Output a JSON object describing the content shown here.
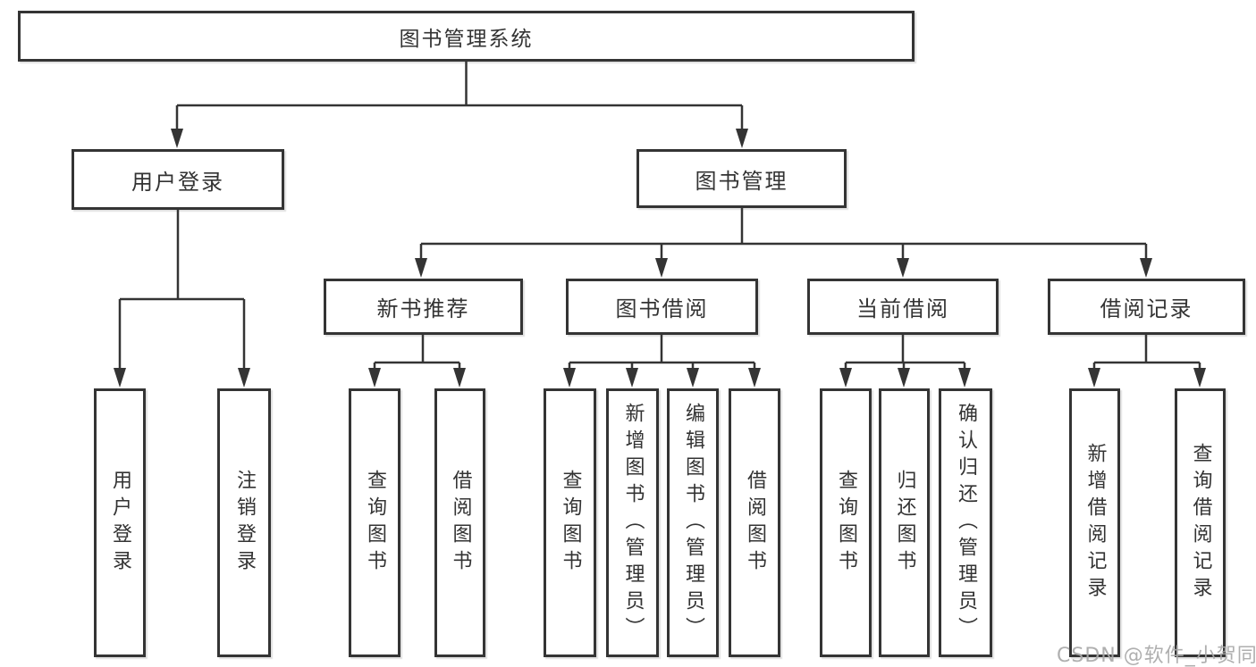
{
  "diagram": {
    "root": {
      "label": "图书管理系统"
    },
    "branches": [
      {
        "label": "用户登录",
        "children": [
          {
            "label": "用户登录"
          },
          {
            "label": "注销登录"
          }
        ]
      },
      {
        "label": "图书管理",
        "children": [
          {
            "label": "新书推荐",
            "children": [
              {
                "label": "查询图书"
              },
              {
                "label": "借阅图书"
              }
            ]
          },
          {
            "label": "图书借阅",
            "children": [
              {
                "label": "查询图书"
              },
              {
                "label": "新增图书（管理员）"
              },
              {
                "label": "编辑图书（管理员）"
              },
              {
                "label": "借阅图书"
              }
            ]
          },
          {
            "label": "当前借阅",
            "children": [
              {
                "label": "查询图书"
              },
              {
                "label": "归还图书"
              },
              {
                "label": "确认归还（管理员）"
              }
            ]
          },
          {
            "label": "借阅记录",
            "children": [
              {
                "label": "新增借阅记录"
              },
              {
                "label": "查询借阅记录"
              }
            ]
          }
        ]
      }
    ],
    "colors": {
      "line": "#343434",
      "text": "#333333",
      "background": "#ffffff",
      "watermark": "#a8a8a8"
    },
    "watermark": "CSDN @软件_小贺同学"
  }
}
